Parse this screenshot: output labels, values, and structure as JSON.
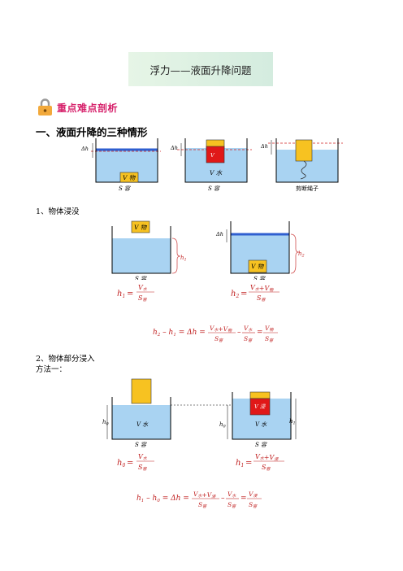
{
  "title": "浮力——液面升降问题",
  "badge": "重点难点剖析",
  "section1": "一、液面升降的三种情形",
  "fig1": {
    "dh": "Δh",
    "v_obj": "V 物",
    "s_container": "S 容",
    "v_water": "V 水",
    "cut_rope": "剪断绳子"
  },
  "item1": "1、物体浸没",
  "item2": "2、物体部分浸入",
  "method1": "方法一：",
  "labels": {
    "h1": "h",
    "h1_sub": "1",
    "h2": "h",
    "h2_sub": "2",
    "h0_sub": "0",
    "v_water": "V 水",
    "v_obj": "V 物",
    "v_imm": "V 浸",
    "s_rong": "S 容",
    "dh": "Δh"
  },
  "formula": {
    "h1_lhs": "h1",
    "v_shui": "V水",
    "s_rong": "S容",
    "h2_lhs": "h2",
    "v_shui_plus_wu": "V水+V物",
    "diff_lhs": "h2 – h1 = Δh =",
    "v_wu": "V物",
    "h0_lhs": "h0",
    "v_shui_plus_jin": "V水+V浸",
    "diff2_lhs": "h1 – h0 = Δh =",
    "v_jin": "V浸",
    "eq": "=",
    "minus": "–"
  }
}
